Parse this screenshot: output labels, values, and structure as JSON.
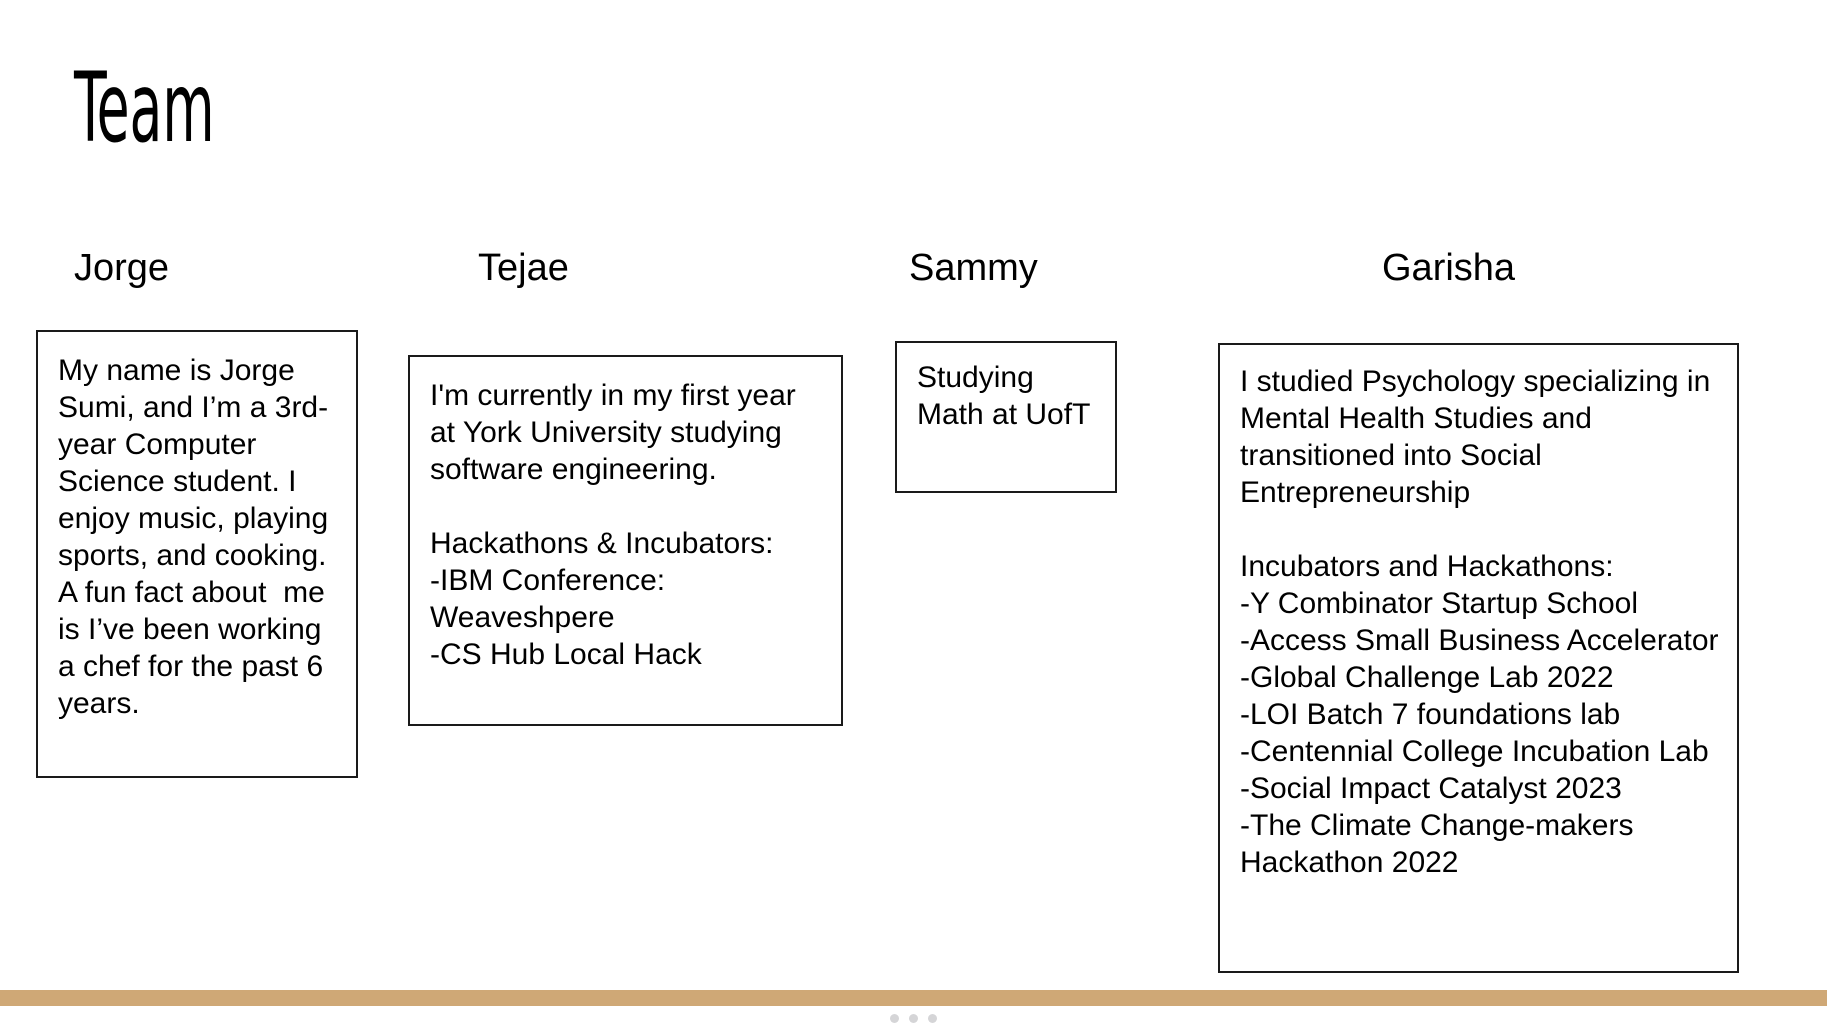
{
  "slide": {
    "title": "Team",
    "background_color": "#ffffff",
    "accent_bar_color": "#cfa876",
    "dot_color": "#d5d5d7"
  },
  "members": [
    {
      "name": "Jorge",
      "bio": "My name is Jorge Sumi, and I’m a 3rd-year Computer Science student. I enjoy music, playing sports, and cooking. A fun fact about  me is I’ve been working a chef for the past 6 years."
    },
    {
      "name": "Tejae",
      "bio": "I'm currently in my first year at York University studying software engineering.\n\nHackathons & Incubators:\n-IBM Conference: Weaveshpere\n-CS Hub Local Hack"
    },
    {
      "name": "Sammy",
      "bio": "Studying Math at UofT"
    },
    {
      "name": "Garisha",
      "bio": "I studied Psychology specializing in Mental Health Studies and transitioned into Social Entrepreneurship\n\nIncubators and Hackathons:\n-Y Combinator Startup School\n-Access Small Business Accelerator\n-Global Challenge Lab 2022\n-LOI Batch 7 foundations lab\n-Centennial College Incubation Lab\n-Social Impact Catalyst 2023\n-The Climate Change-makers Hackathon 2022"
    }
  ],
  "footer": {
    "dots": [
      "dot",
      "dot",
      "dot"
    ]
  }
}
